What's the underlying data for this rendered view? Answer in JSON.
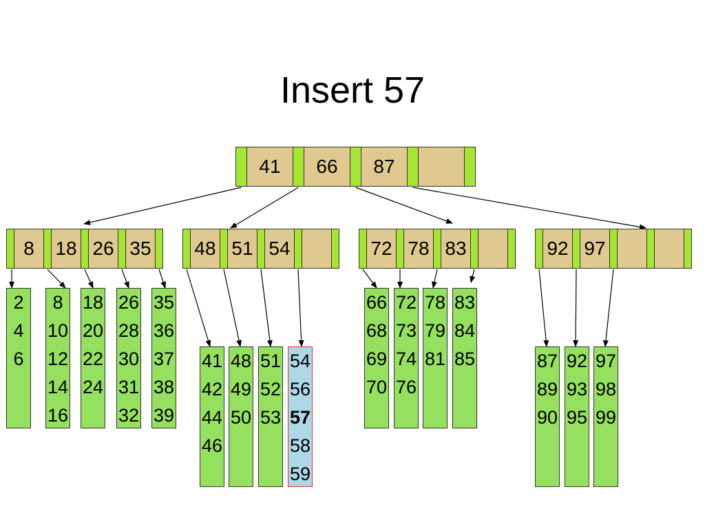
{
  "title": "Insert 57",
  "colors": {
    "pointer": "#a6e633",
    "key": "#e0c990",
    "leaf": "#96e060",
    "highlight_leaf": "#add8e6",
    "highlight_border": "#e03030"
  },
  "root": {
    "keys": [
      "41",
      "66",
      "87",
      ""
    ]
  },
  "internal": [
    {
      "keys": [
        "8",
        "18",
        "26",
        "35"
      ]
    },
    {
      "keys": [
        "48",
        "51",
        "54",
        ""
      ]
    },
    {
      "keys": [
        "72",
        "78",
        "83",
        ""
      ]
    },
    {
      "keys": [
        "92",
        "97",
        "",
        ""
      ]
    }
  ],
  "leaves": [
    {
      "values": [
        "2",
        "4",
        "6"
      ]
    },
    {
      "values": [
        "8",
        "10",
        "12",
        "14",
        "16"
      ]
    },
    {
      "values": [
        "18",
        "20",
        "22",
        "24"
      ]
    },
    {
      "values": [
        "26",
        "28",
        "30",
        "31",
        "32"
      ]
    },
    {
      "values": [
        "35",
        "36",
        "37",
        "38",
        "39"
      ]
    },
    {
      "values": [
        "41",
        "42",
        "44",
        "46"
      ]
    },
    {
      "values": [
        "48",
        "49",
        "50"
      ]
    },
    {
      "values": [
        "51",
        "52",
        "53"
      ]
    },
    {
      "values": [
        "54",
        "56",
        "57",
        "58",
        "59"
      ],
      "highlight": true,
      "bold_value": "57"
    },
    {
      "values": [
        "66",
        "68",
        "69",
        "70"
      ]
    },
    {
      "values": [
        "72",
        "73",
        "74",
        "76"
      ]
    },
    {
      "values": [
        "78",
        "79",
        "81"
      ]
    },
    {
      "values": [
        "83",
        "84",
        "85"
      ]
    },
    {
      "values": [
        "87",
        "89",
        "90"
      ]
    },
    {
      "values": [
        "92",
        "93",
        "95"
      ]
    },
    {
      "values": [
        "97",
        "98",
        "99"
      ]
    }
  ]
}
